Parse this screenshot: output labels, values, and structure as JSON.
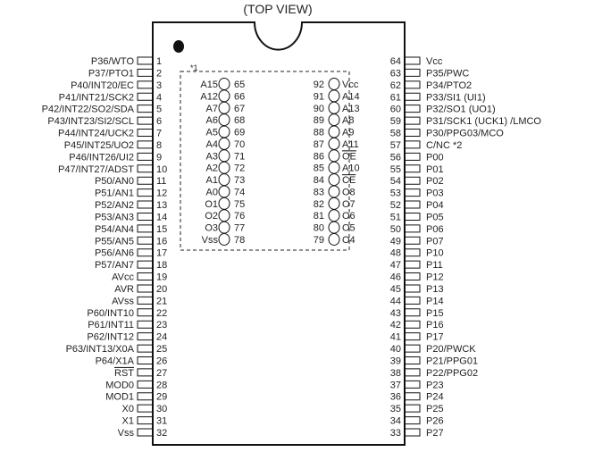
{
  "title": "(TOP VIEW)",
  "footnote_mark": "*1",
  "left_pins": [
    {
      "num": "1",
      "label": "P36/WTO"
    },
    {
      "num": "2",
      "label": "P37/PTO1"
    },
    {
      "num": "3",
      "label": "P40/INT20/EC"
    },
    {
      "num": "4",
      "label": "P41/INT21/SCK2"
    },
    {
      "num": "5",
      "label": "P42/INT22/SO2/SDA"
    },
    {
      "num": "6",
      "label": "P43/INT23/SI2/SCL"
    },
    {
      "num": "7",
      "label": "P44/INT24/UCK2"
    },
    {
      "num": "8",
      "label": "P45/INT25/UO2"
    },
    {
      "num": "9",
      "label": "P46/INT26/UI2"
    },
    {
      "num": "10",
      "label": "P47/INT27/ADST"
    },
    {
      "num": "11",
      "label": "P50/AN0"
    },
    {
      "num": "12",
      "label": "P51/AN1"
    },
    {
      "num": "13",
      "label": "P52/AN2"
    },
    {
      "num": "14",
      "label": "P53/AN3"
    },
    {
      "num": "15",
      "label": "P54/AN4"
    },
    {
      "num": "16",
      "label": "P55/AN5"
    },
    {
      "num": "17",
      "label": "P56/AN6"
    },
    {
      "num": "18",
      "label": "P57/AN7"
    },
    {
      "num": "19",
      "label": "AVcc"
    },
    {
      "num": "20",
      "label": "AVR"
    },
    {
      "num": "21",
      "label": "AVss"
    },
    {
      "num": "22",
      "label": "P60/INT10"
    },
    {
      "num": "23",
      "label": "P61/INT11"
    },
    {
      "num": "24",
      "label": "P62/INT12"
    },
    {
      "num": "25",
      "label": "P63/INT13/X0A"
    },
    {
      "num": "26",
      "label": "P64/X1A"
    },
    {
      "num": "27",
      "label": "RST",
      "overline": true
    },
    {
      "num": "28",
      "label": "MOD0"
    },
    {
      "num": "29",
      "label": "MOD1"
    },
    {
      "num": "30",
      "label": "X0"
    },
    {
      "num": "31",
      "label": "X1"
    },
    {
      "num": "32",
      "label": "Vss"
    }
  ],
  "right_pins": [
    {
      "num": "64",
      "label": "Vcc"
    },
    {
      "num": "63",
      "label": "P35/PWC"
    },
    {
      "num": "62",
      "label": "P34/PTO2"
    },
    {
      "num": "61",
      "label": "P33/SI1 (UI1)"
    },
    {
      "num": "60",
      "label": "P32/SO1 (UO1)"
    },
    {
      "num": "59",
      "label": "P31/SCK1 (UCK1) /LMCO"
    },
    {
      "num": "58",
      "label": "P30/PPG03/MCO"
    },
    {
      "num": "57",
      "label": "C/NC *2"
    },
    {
      "num": "56",
      "label": "P00"
    },
    {
      "num": "55",
      "label": "P01"
    },
    {
      "num": "54",
      "label": "P02"
    },
    {
      "num": "53",
      "label": "P03"
    },
    {
      "num": "52",
      "label": "P04"
    },
    {
      "num": "51",
      "label": "P05"
    },
    {
      "num": "50",
      "label": "P06"
    },
    {
      "num": "49",
      "label": "P07"
    },
    {
      "num": "48",
      "label": "P10"
    },
    {
      "num": "47",
      "label": "P11"
    },
    {
      "num": "46",
      "label": "P12"
    },
    {
      "num": "45",
      "label": "P13"
    },
    {
      "num": "44",
      "label": "P14"
    },
    {
      "num": "43",
      "label": "P15"
    },
    {
      "num": "42",
      "label": "P16"
    },
    {
      "num": "41",
      "label": "P17"
    },
    {
      "num": "40",
      "label": "P20/PWCK"
    },
    {
      "num": "39",
      "label": "P21/PPG01"
    },
    {
      "num": "38",
      "label": "P22/PPG02"
    },
    {
      "num": "37",
      "label": "P23"
    },
    {
      "num": "36",
      "label": "P24"
    },
    {
      "num": "35",
      "label": "P25"
    },
    {
      "num": "34",
      "label": "P26"
    },
    {
      "num": "33",
      "label": "P27"
    }
  ],
  "inner_left_pads": [
    {
      "num": "65",
      "label": "A15"
    },
    {
      "num": "66",
      "label": "A12"
    },
    {
      "num": "67",
      "label": "A7"
    },
    {
      "num": "68",
      "label": "A6"
    },
    {
      "num": "69",
      "label": "A5"
    },
    {
      "num": "70",
      "label": "A4"
    },
    {
      "num": "71",
      "label": "A3"
    },
    {
      "num": "72",
      "label": "A2"
    },
    {
      "num": "73",
      "label": "A1"
    },
    {
      "num": "74",
      "label": "A0"
    },
    {
      "num": "75",
      "label": "O1"
    },
    {
      "num": "76",
      "label": "O2"
    },
    {
      "num": "77",
      "label": "O3"
    },
    {
      "num": "78",
      "label": "Vss"
    }
  ],
  "inner_right_pads": [
    {
      "num": "92",
      "label": "Vcc"
    },
    {
      "num": "91",
      "label": "A14"
    },
    {
      "num": "90",
      "label": "A13"
    },
    {
      "num": "89",
      "label": "A8"
    },
    {
      "num": "88",
      "label": "A9"
    },
    {
      "num": "87",
      "label": "A11"
    },
    {
      "num": "86",
      "label": "OE",
      "overline": true
    },
    {
      "num": "85",
      "label": "A10"
    },
    {
      "num": "84",
      "label": "CE",
      "overline": true
    },
    {
      "num": "83",
      "label": "O8"
    },
    {
      "num": "82",
      "label": "O7"
    },
    {
      "num": "81",
      "label": "O6"
    },
    {
      "num": "80",
      "label": "O5"
    },
    {
      "num": "79",
      "label": "O4"
    }
  ]
}
